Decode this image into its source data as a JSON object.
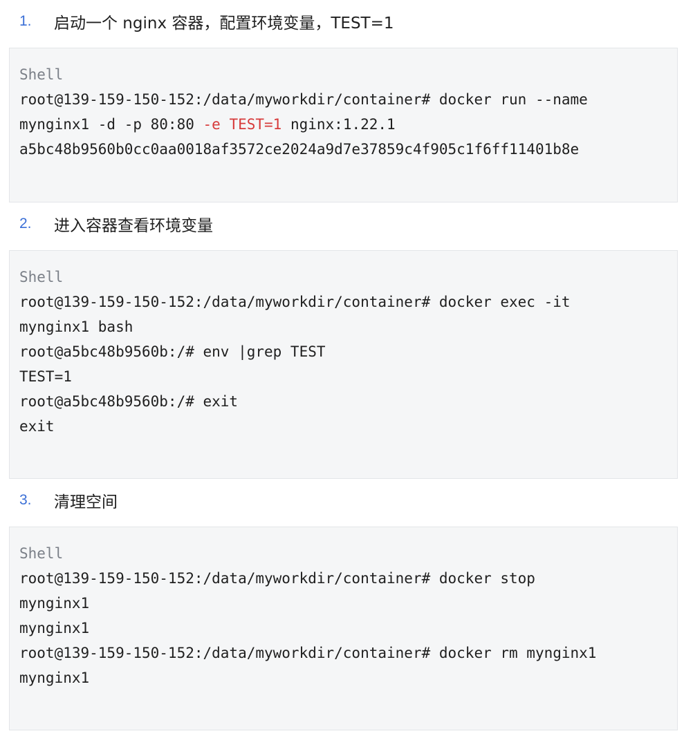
{
  "steps": [
    {
      "number": "1.",
      "text": "启动一个 nginx 容器，配置环境变量，TEST=1",
      "code": {
        "lang": "Shell",
        "line1": "root@139-159-150-152:/data/myworkdir/container# docker run --name",
        "line2_a": "mynginx1 -d -p 80:80 ",
        "line2_b": "-e TEST=1",
        "line2_c": " nginx:1.22.1",
        "line3": "a5bc48b9560b0cc0aa0018af3572ce2024a9d7e37859c4f905c1f6ff11401b8e"
      }
    },
    {
      "number": "2.",
      "text": "进入容器查看环境变量",
      "code": {
        "lang": "Shell",
        "lines": [
          "root@139-159-150-152:/data/myworkdir/container# docker exec -it",
          "mynginx1 bash",
          "root@a5bc48b9560b:/# env |grep TEST",
          "TEST=1",
          "root@a5bc48b9560b:/# exit",
          "exit"
        ]
      }
    },
    {
      "number": "3.",
      "text": "清理空间",
      "code": {
        "lang": "Shell",
        "lines": [
          "root@139-159-150-152:/data/myworkdir/container# docker stop",
          "mynginx1",
          "mynginx1",
          "root@139-159-150-152:/data/myworkdir/container# docker rm mynginx1",
          "mynginx1"
        ]
      }
    }
  ],
  "colors": {
    "step_number": "#3b6fd6",
    "code_background": "#f5f6f7",
    "highlight": "#d73a3a",
    "lang_label": "#7a7f87"
  }
}
